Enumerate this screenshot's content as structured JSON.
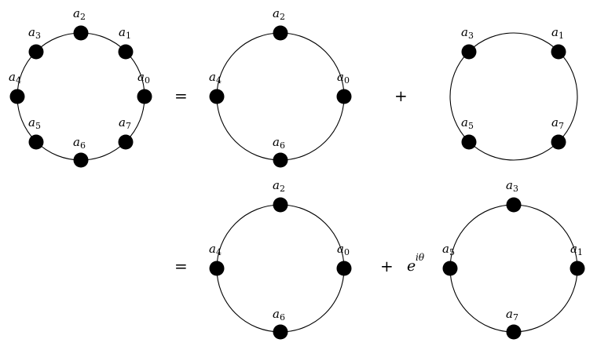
{
  "diagram": {
    "rings": [
      {
        "id": "full",
        "labels": [
          {
            "symbol": "a",
            "index": "2"
          },
          {
            "symbol": "a",
            "index": "1"
          },
          {
            "symbol": "a",
            "index": "3"
          },
          {
            "symbol": "a",
            "index": "4"
          },
          {
            "symbol": "a",
            "index": "0"
          },
          {
            "symbol": "a",
            "index": "5"
          },
          {
            "symbol": "a",
            "index": "7"
          },
          {
            "symbol": "a",
            "index": "6"
          }
        ]
      },
      {
        "id": "even-top",
        "labels": [
          {
            "symbol": "a",
            "index": "2"
          },
          {
            "symbol": "a",
            "index": "4"
          },
          {
            "symbol": "a",
            "index": "0"
          },
          {
            "symbol": "a",
            "index": "6"
          }
        ]
      },
      {
        "id": "odd-top",
        "labels": [
          {
            "symbol": "a",
            "index": "3"
          },
          {
            "symbol": "a",
            "index": "1"
          },
          {
            "symbol": "a",
            "index": "5"
          },
          {
            "symbol": "a",
            "index": "7"
          }
        ]
      },
      {
        "id": "even-bottom",
        "labels": [
          {
            "symbol": "a",
            "index": "2"
          },
          {
            "symbol": "a",
            "index": "4"
          },
          {
            "symbol": "a",
            "index": "0"
          },
          {
            "symbol": "a",
            "index": "6"
          }
        ]
      },
      {
        "id": "odd-rotated",
        "labels": [
          {
            "symbol": "a",
            "index": "3"
          },
          {
            "symbol": "a",
            "index": "5"
          },
          {
            "symbol": "a",
            "index": "1"
          },
          {
            "symbol": "a",
            "index": "7"
          }
        ]
      }
    ],
    "operators": {
      "equals_1": "=",
      "plus_1": "+",
      "equals_2": "=",
      "plus_2": "+"
    },
    "phase": {
      "base": "e",
      "exponent": "iθ"
    }
  }
}
